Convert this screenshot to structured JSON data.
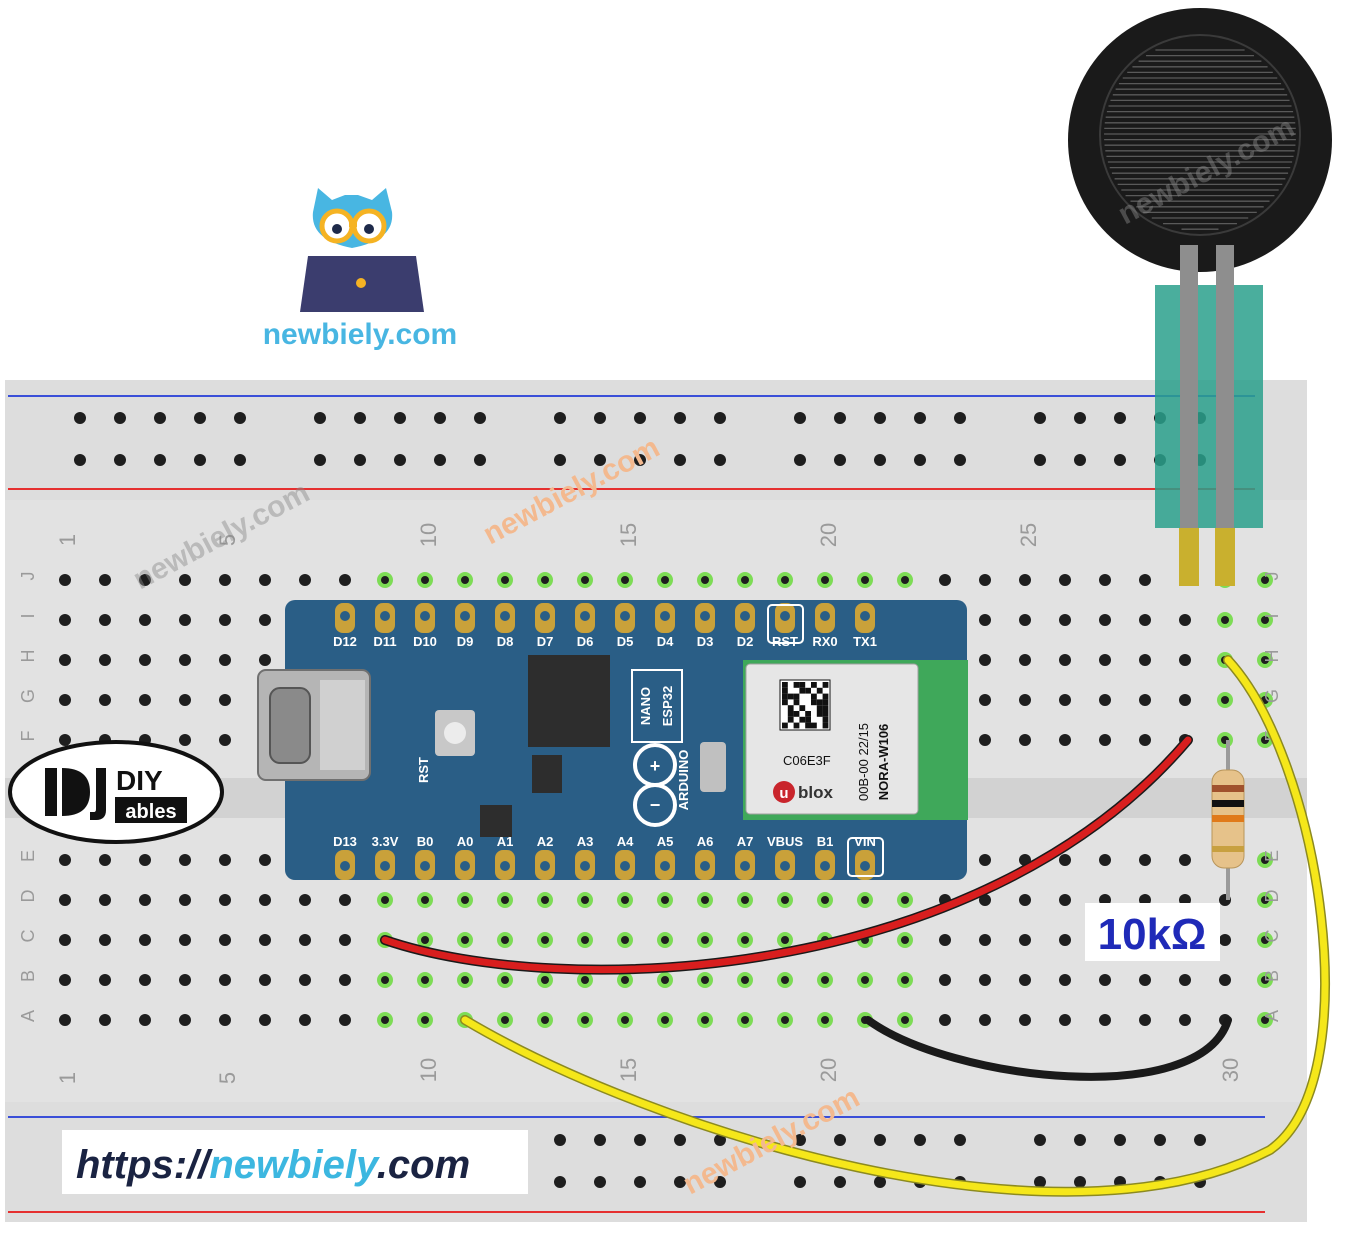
{
  "logo_top": {
    "text": "newbiely.com"
  },
  "logo_diy": {
    "line1": "DIY",
    "line2": "ables"
  },
  "url_banner": {
    "part1": "https://",
    "part2": "newbiely",
    "part3": ".com"
  },
  "resistor_label": "10kΩ",
  "watermarks": [
    "newbiely.com",
    "newbiely.com",
    "newbiely.com",
    "newbiely.com"
  ],
  "breadboard": {
    "row_labels_top": [
      "J",
      "I",
      "H",
      "G",
      "F"
    ],
    "row_labels_bottom": [
      "E",
      "D",
      "C",
      "B",
      "A"
    ],
    "column_numbers": [
      "1",
      "5",
      "10",
      "15",
      "20",
      "25",
      "30"
    ]
  },
  "board": {
    "top_pins": [
      "D12",
      "D11",
      "D10",
      "D9",
      "D8",
      "D7",
      "D6",
      "D5",
      "D4",
      "D3",
      "D2",
      "RST",
      "RX0",
      "TX1"
    ],
    "bottom_pins": [
      "D13",
      "3.3V",
      "B0",
      "A0",
      "A1",
      "A2",
      "A3",
      "A4",
      "A5",
      "A6",
      "A7",
      "VBUS",
      "B1",
      "VIN"
    ],
    "reset_label": "RST",
    "nano_label": "NANO",
    "esp_label": "ESP32",
    "arduino_label": "ARDUINO",
    "module_code": "C06E3F",
    "module_id": "00B-00 22/15",
    "module_model": "NORA-W106",
    "module_brand": "blox",
    "module_brand_u": "u"
  },
  "colors": {
    "wire_red": "#d81e1e",
    "wire_yellow": "#f5e71a",
    "wire_black": "#1a1a1a",
    "board_blue": "#2a5e86",
    "rail_red": "#e53030",
    "rail_blue": "#3a4fd8",
    "hole_green": "#7ddc55",
    "url_blue": "#3cb7e0"
  }
}
